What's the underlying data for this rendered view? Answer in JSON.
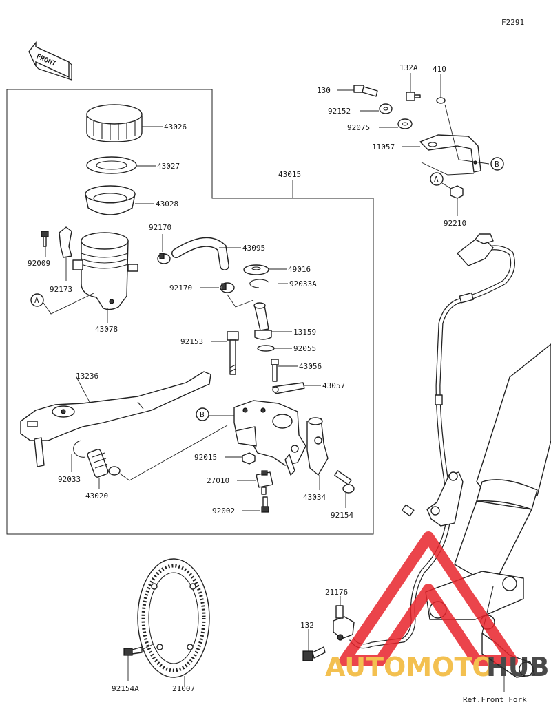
{
  "figure_code": "F2291",
  "front_arrow_label": "FRONT",
  "reference_note": "Ref.Front Fork",
  "watermark": {
    "auto": "AUTOMOTO",
    "hub": "HUB",
    "accent_color": "#e8242c",
    "dark_color": "#222222",
    "gold_color": "#f2b632"
  },
  "callouts": {
    "a": "A",
    "b": "B"
  },
  "parts": {
    "p43026": "43026",
    "p43027": "43027",
    "p43028": "43028",
    "p43015": "43015",
    "p92009": "92009",
    "p92173": "92173",
    "p43078": "43078",
    "p92170a": "92170",
    "p92170b": "92170",
    "p43095": "43095",
    "p49016": "49016",
    "p92033a": "92033A",
    "p13159": "13159",
    "p92153": "92153",
    "p92055": "92055",
    "p43056": "43056",
    "p43057": "43057",
    "p13236": "13236",
    "p92015": "92015",
    "p27010": "27010",
    "p92002": "92002",
    "p43034": "43034",
    "p92154": "92154",
    "p92033": "92033",
    "p43020": "43020",
    "p130": "130",
    "p132a": "132A",
    "p410": "410",
    "p92152": "92152",
    "p92075": "92075",
    "p11057": "11057",
    "p92210": "92210",
    "p21176": "21176",
    "p132": "132",
    "p92154a": "92154A",
    "p21007": "21007"
  }
}
